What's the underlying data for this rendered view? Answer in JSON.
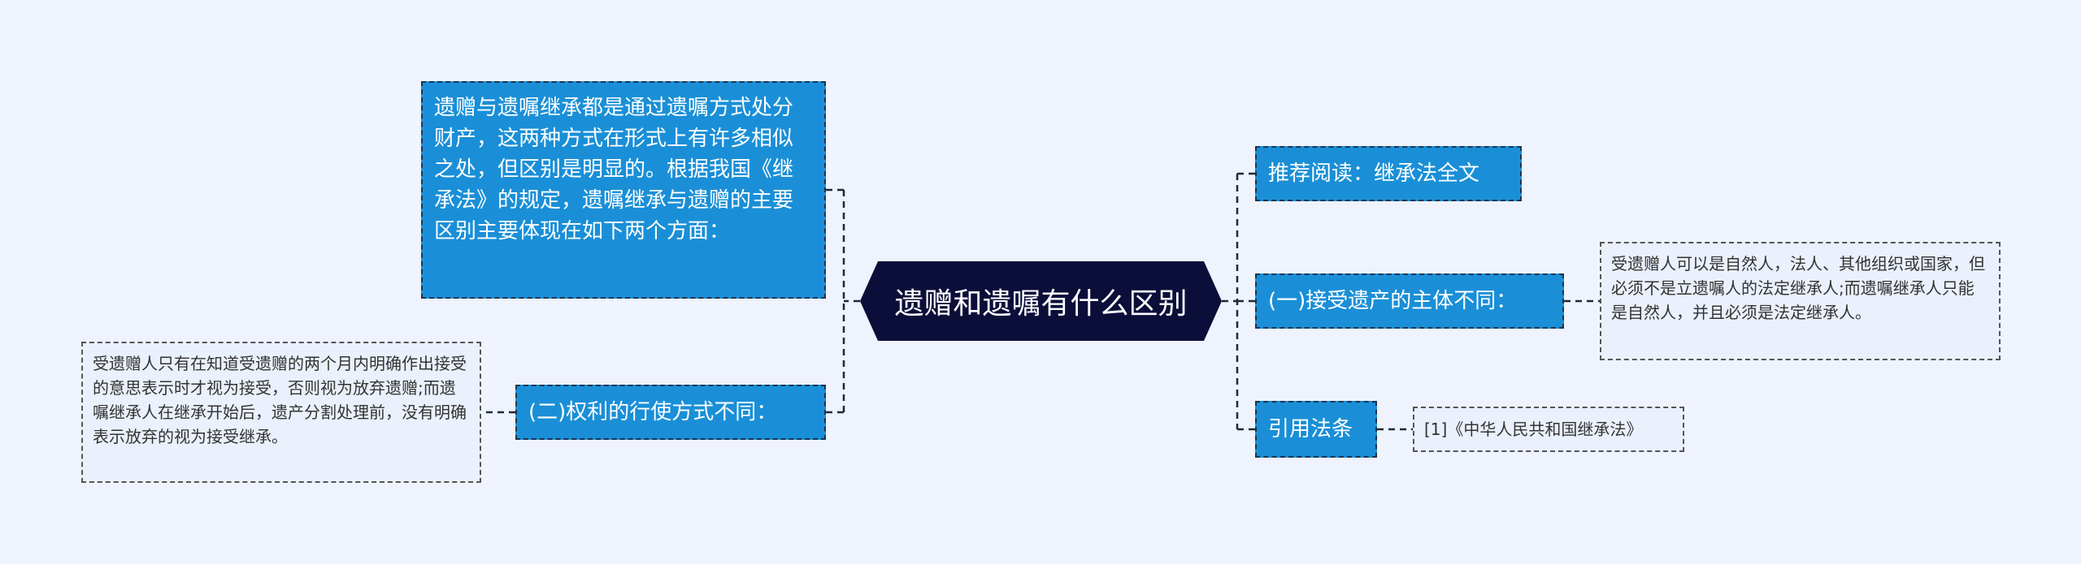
{
  "center": {
    "title": "遗赠和遗嘱有什么区别"
  },
  "left": {
    "intro": "遗赠与遗嘱继承都是通过遗嘱方式处分财产，这两种方式在形式上有许多相似之处，但区别是明显的。根据我国《继承法》的规定，遗嘱继承与遗赠的主要区别主要体现在如下两个方面：",
    "branch2": {
      "label": "(二)权利的行使方式不同：",
      "detail": "受遗赠人只有在知道受遗赠的两个月内明确作出接受的意思表示时才视为接受，否则视为放弃遗赠;而遗嘱继承人在继承开始后，遗产分割处理前，没有明确表示放弃的视为接受继承。"
    }
  },
  "right": {
    "reading": {
      "label": "推荐阅读：继承法全文"
    },
    "branch1": {
      "label": "(一)接受遗产的主体不同：",
      "detail": "受遗赠人可以是自然人，法人、其他组织或国家，但必须不是立遗嘱人的法定继承人;而遗嘱继承人只能是自然人，并且必须是法定继承人。"
    },
    "citation": {
      "label": "引用法条",
      "ref": "[1]《中华人民共和国继承法》"
    }
  },
  "colors": {
    "background": "#eff3fd",
    "center_fill": "#0c0e3a",
    "branch_fill": "#1a8fd7",
    "leaf_fill": "#eaf0fc",
    "connector": "#1b2a3a"
  }
}
